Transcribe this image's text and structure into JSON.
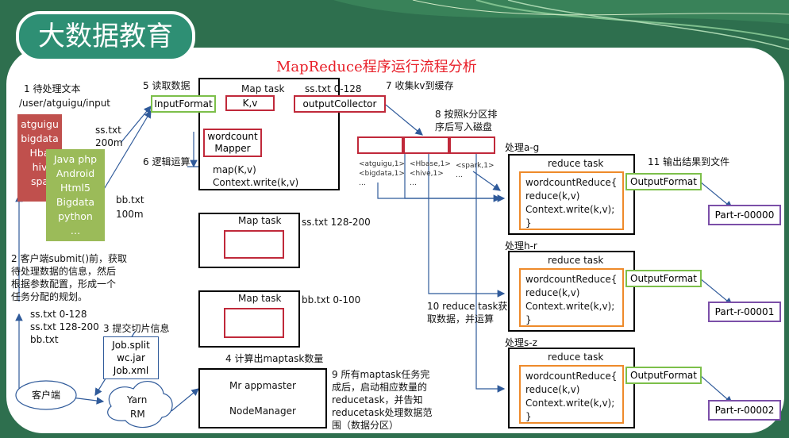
{
  "header": {
    "title": "大数据教育",
    "diagram_title": "MapReduce程序运行流程分析"
  },
  "colors": {
    "background": "#2e6f4e",
    "pill": "#2e8f74",
    "title_red": "#e8202a",
    "file_red": "#c0504d",
    "file_green": "#9bbb59",
    "reduce_orange": "#ee8a2a",
    "part_purple": "#7b4fa8",
    "arrow_blue": "#2f5a9a",
    "mapper_red": "#c0293a"
  },
  "steps": {
    "s1": "1 待处理文本",
    "s1_path": "/user/atguigu/input",
    "s2": [
      "2 客户端submit()前，获取",
      "待处理数据的信息，然后",
      "根据参数配置，形成一个",
      "任务分配的规划。"
    ],
    "s2_splits": [
      "ss.txt  0-128",
      "ss.txt  128-200",
      "bb.txt"
    ],
    "s3": "3 提交切片信息",
    "s4": "4 计算出maptask数量",
    "s5": "5 读取数据",
    "s6": "6 逻辑运算",
    "s7": "7 收集kv到缓存",
    "s8": [
      "8 按照k分区排",
      "序后写入磁盘"
    ],
    "s9": [
      "9 所有maptask任务完",
      "成后，启动相应数量的",
      "reducetask，并告知",
      "reducetask处理数据范",
      "围（数据分区）"
    ],
    "s10": [
      "10 reduce task获",
      "取数据，并运算"
    ],
    "s11": "11 输出结果到文件"
  },
  "files": {
    "red_items": [
      "atguigu",
      "bigdata",
      "Hba",
      "hiv",
      "spa"
    ],
    "green_items": [
      "Java php",
      "Android",
      "Html5",
      "Bigdata",
      "python",
      "…"
    ],
    "ss_label": [
      "ss.txt",
      "200m"
    ],
    "bb_label": [
      "bb.txt",
      "100m"
    ]
  },
  "job": {
    "items": [
      "Job.split",
      "wc.jar",
      "Job.xml"
    ]
  },
  "client": {
    "label": "客户端",
    "yarn": [
      "Yarn",
      "RM"
    ]
  },
  "map1": {
    "title": "Map task",
    "range": "ss.txt 0-128",
    "input_format": "InputFormat",
    "kv": "K,v",
    "collector": "outputCollector",
    "mapper": [
      "wordcount",
      "Mapper"
    ],
    "code": [
      "map(K,v)",
      "Context.write(k,v)"
    ]
  },
  "map2": {
    "title": "Map task",
    "range": "ss.txt 128-200"
  },
  "map3": {
    "title": "Map task",
    "range": "bb.txt 0-100"
  },
  "master": {
    "lines": [
      "Mr appmaster",
      "NodeManager"
    ]
  },
  "buffer": {
    "col1": [
      "<atguigu,1>",
      "<bigdata,1>",
      "…"
    ],
    "col2": [
      "<Hbase,1>",
      "<hive,1>",
      "…"
    ],
    "col3": [
      "<spark,1>",
      "…"
    ]
  },
  "reducers": [
    {
      "process": "处理a-g",
      "title": "reduce task",
      "code": [
        "wordcountReduce{",
        "reduce(k,v)",
        "Context.write(k,v);",
        "}"
      ],
      "output": "OutputFormat",
      "part": "Part-r-00000"
    },
    {
      "process": "处理h-r",
      "title": "reduce task",
      "code": [
        "wordcountReduce{",
        "reduce(k,v)",
        "Context.write(k,v);",
        "}"
      ],
      "output": "OutputFormat",
      "part": "Part-r-00001"
    },
    {
      "process": "处理s-z",
      "title": "reduce task",
      "code": [
        "wordcountReduce{",
        "reduce(k,v)",
        "Context.write(k,v);",
        "}"
      ],
      "output": "OutputFormat",
      "part": "Part-r-00002"
    }
  ]
}
